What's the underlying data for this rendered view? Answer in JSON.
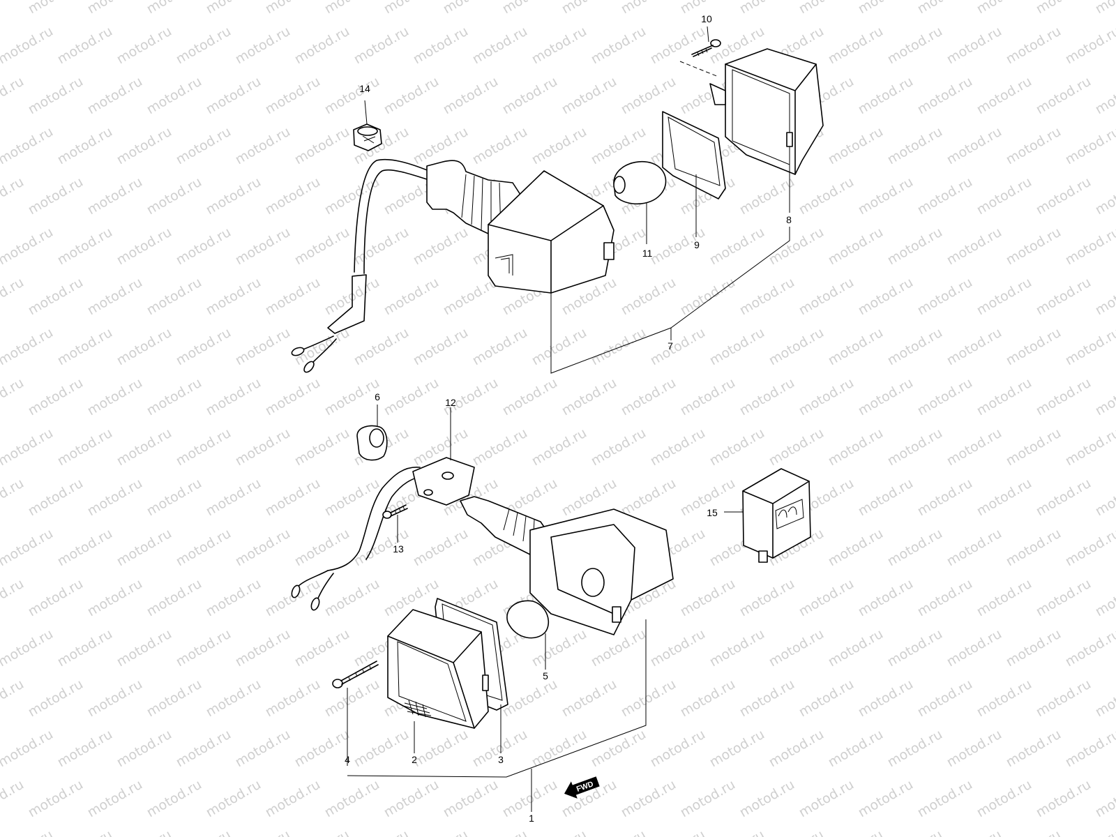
{
  "watermark": {
    "text": "motod.ru"
  },
  "callouts": {
    "c1": "1",
    "c2": "2",
    "c3": "3",
    "c4": "4",
    "c5": "5",
    "c6": "6",
    "c7": "7",
    "c8": "8",
    "c9": "9",
    "c10": "10",
    "c11": "11",
    "c12": "12",
    "c13": "13",
    "c14": "14",
    "c15": "15"
  },
  "fwd_label": "FWD"
}
